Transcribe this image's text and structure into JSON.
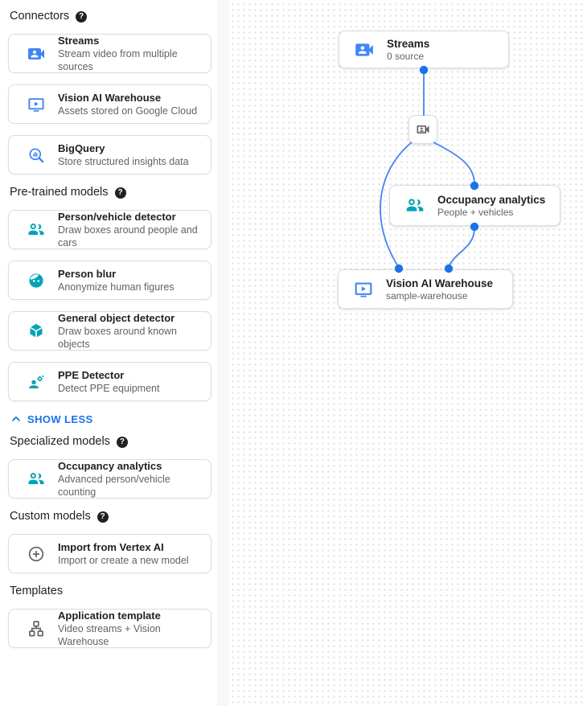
{
  "ui": {
    "help_glyph": "?"
  },
  "colors": {
    "icon_blue": "#4285f4",
    "icon_teal": "#00a4b4",
    "icon_gray": "#5f6368",
    "link_blue": "#1a73e8",
    "edge_blue": "#4285f4",
    "port_blue": "#1a73e8",
    "card_border": "#dadce0",
    "title_text": "#202124",
    "subtitle_text": "#5f6368"
  },
  "sidebar": {
    "sections": [
      {
        "title": "Connectors",
        "has_help": true,
        "cards": [
          {
            "icon": "video-camera-icon",
            "title": "Streams",
            "subtitle": "Stream video from multiple sources"
          },
          {
            "icon": "warehouse-monitor-icon",
            "title": "Vision AI Warehouse",
            "subtitle": "Assets stored on Google Cloud"
          },
          {
            "icon": "bigquery-icon",
            "title": "BigQuery",
            "subtitle": "Store structured insights data"
          }
        ]
      },
      {
        "title": "Pre-trained models",
        "has_help": true,
        "cards": [
          {
            "icon": "people-group-icon",
            "title": "Person/vehicle detector",
            "subtitle": "Draw boxes around people and cars"
          },
          {
            "icon": "face-icon",
            "title": "Person blur",
            "subtitle": "Anonymize human figures"
          },
          {
            "icon": "cube-icon",
            "title": "General object detector",
            "subtitle": "Draw boxes around known objects"
          },
          {
            "icon": "ppe-person-icon",
            "title": "PPE Detector",
            "subtitle": "Detect PPE equipment"
          }
        ],
        "collapse_link": "SHOW LESS"
      },
      {
        "title": "Specialized models",
        "has_help": true,
        "cards": [
          {
            "icon": "people-group-icon",
            "title": "Occupancy analytics",
            "subtitle": "Advanced person/vehicle counting"
          }
        ]
      },
      {
        "title": "Custom models",
        "has_help": true,
        "cards": [
          {
            "icon": "plus-circle-icon",
            "title": "Import from Vertex AI",
            "subtitle": "Import or create a new model"
          }
        ]
      },
      {
        "title": "Templates",
        "has_help": false,
        "cards": [
          {
            "icon": "flow-template-icon",
            "title": "Application template",
            "subtitle": "Video streams + Vision Warehouse"
          }
        ]
      }
    ]
  },
  "canvas": {
    "nodes": {
      "streams": {
        "icon": "video-camera-icon",
        "title": "Streams",
        "subtitle": "0 source"
      },
      "source": {
        "icon": "video-camera-outline-icon"
      },
      "occupancy": {
        "icon": "people-group-icon",
        "title": "Occupancy analytics",
        "subtitle": "People + vehicles"
      },
      "warehouse": {
        "icon": "warehouse-monitor-icon",
        "title": "Vision AI Warehouse",
        "subtitle": "sample-warehouse"
      }
    }
  }
}
